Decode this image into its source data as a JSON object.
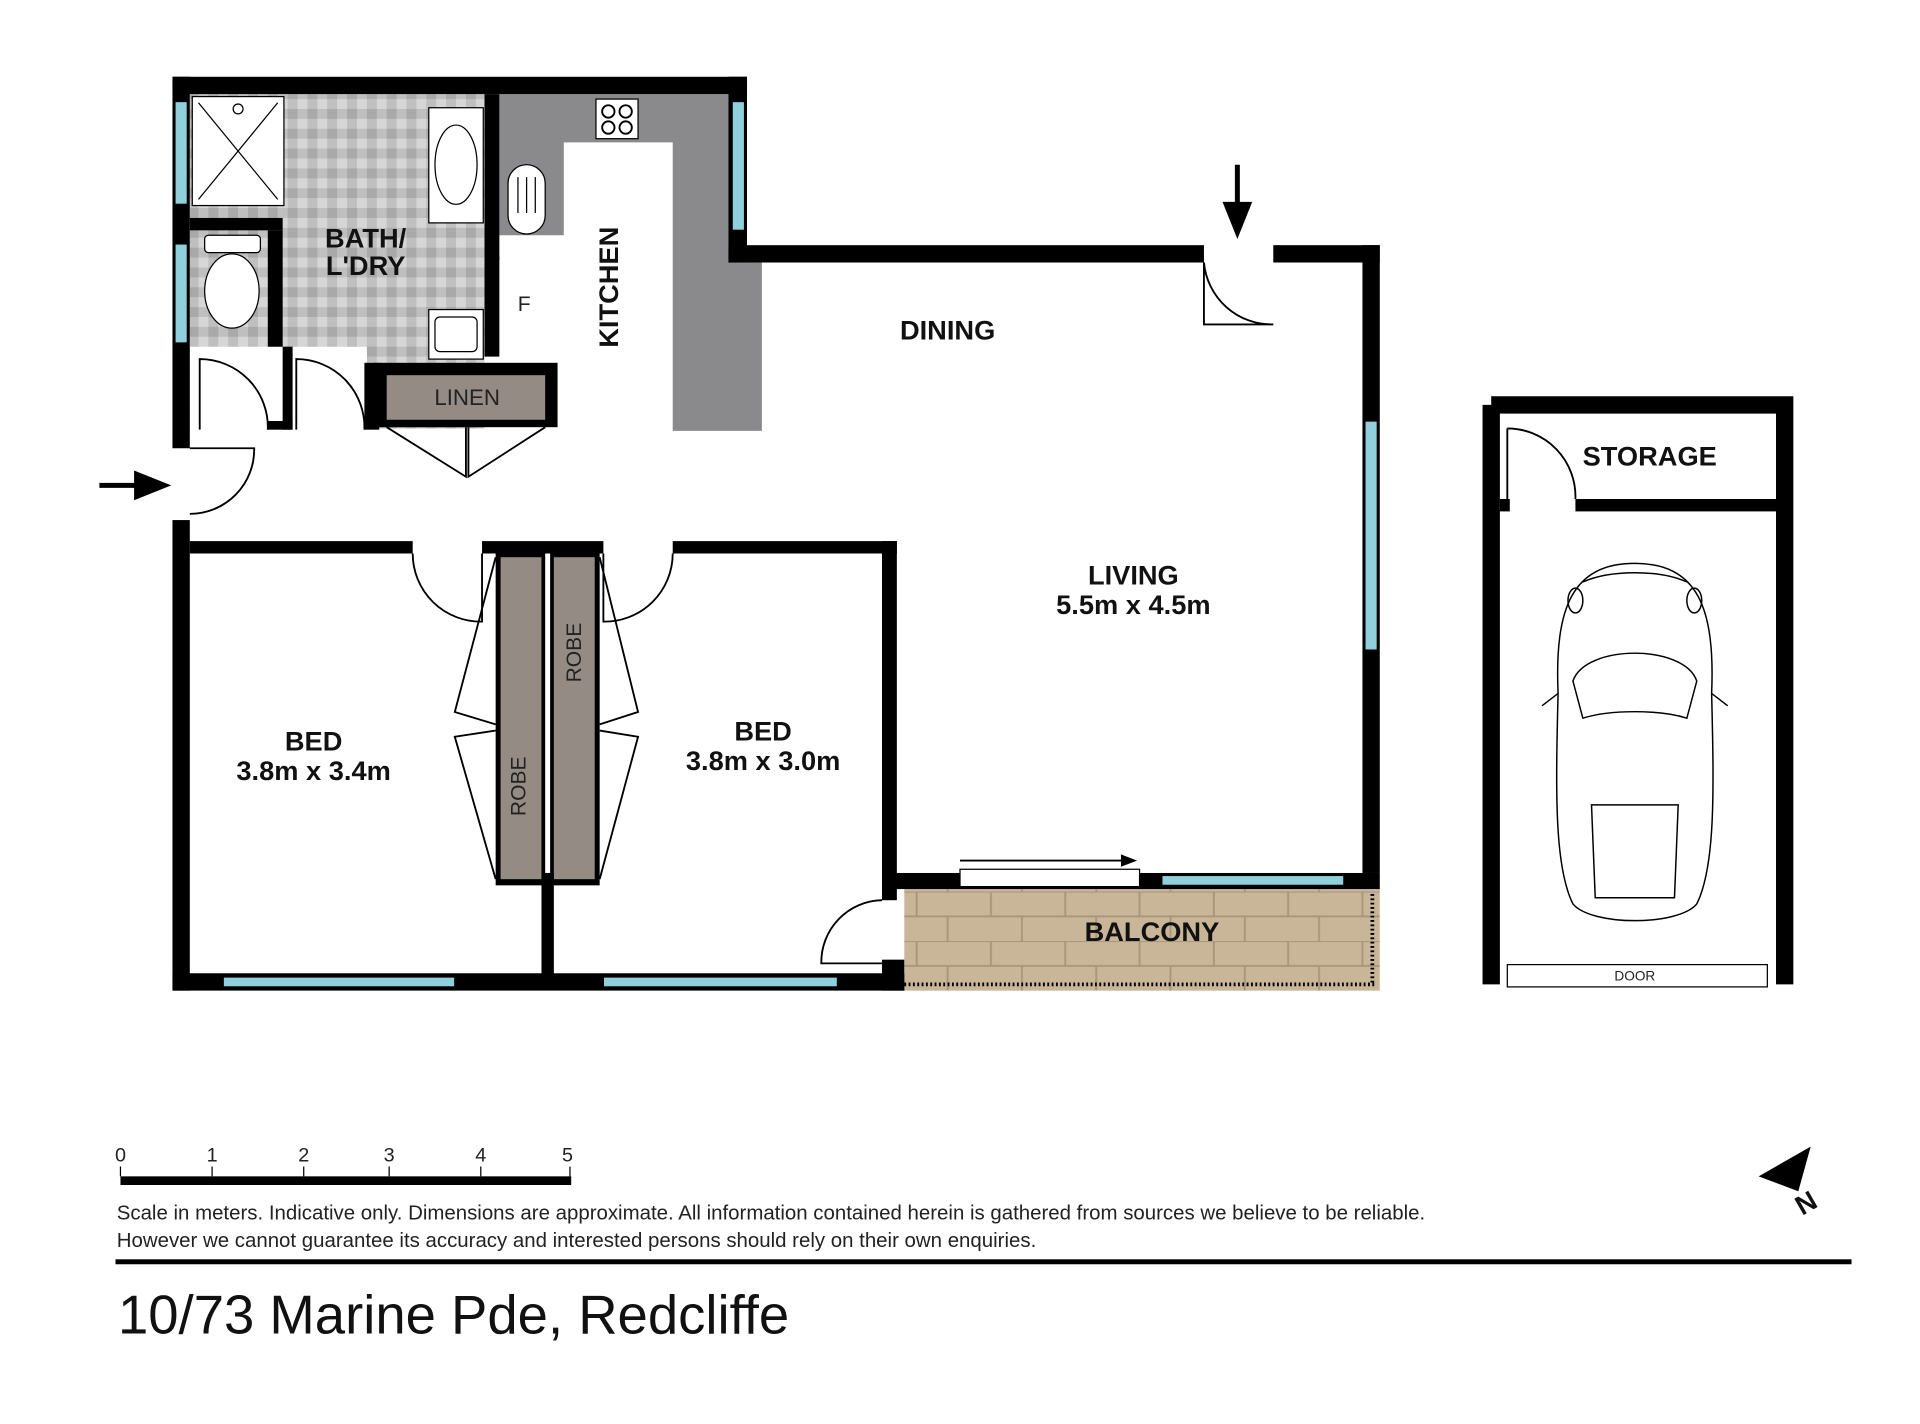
{
  "rooms": {
    "bath": [
      "BATH/",
      "L'DRY"
    ],
    "kitchen": "KITCHEN",
    "fridge": "F",
    "linen": "LINEN",
    "dining": "DINING",
    "living": {
      "name": "LIVING",
      "size": "5.5m x 4.5m"
    },
    "bed1": {
      "name": "BED",
      "size": "3.8m x 3.4m"
    },
    "bed2": {
      "name": "BED",
      "size": "3.8m x 3.0m"
    },
    "robe1": "ROBE",
    "robe2": "ROBE",
    "balcony": "BALCONY",
    "storage": "STORAGE",
    "garage_door": "DOOR"
  },
  "scale": {
    "ticks": [
      "0",
      "1",
      "2",
      "3",
      "4",
      "5"
    ],
    "disclaimer": [
      "Scale in meters. Indicative only. Dimensions are approximate. All information contained herein is gathered from sources we believe to be reliable.",
      "However we cannot guarantee its accuracy and interested persons should rely on their own enquiries."
    ]
  },
  "north_label": "N",
  "address": "10/73 Marine Pde, Redcliffe",
  "colors": {
    "wall": "#000000",
    "window": "#8fd0dc",
    "counter": "#8a8a8c",
    "robe": "#948c84",
    "balcony": "#c8b393"
  }
}
